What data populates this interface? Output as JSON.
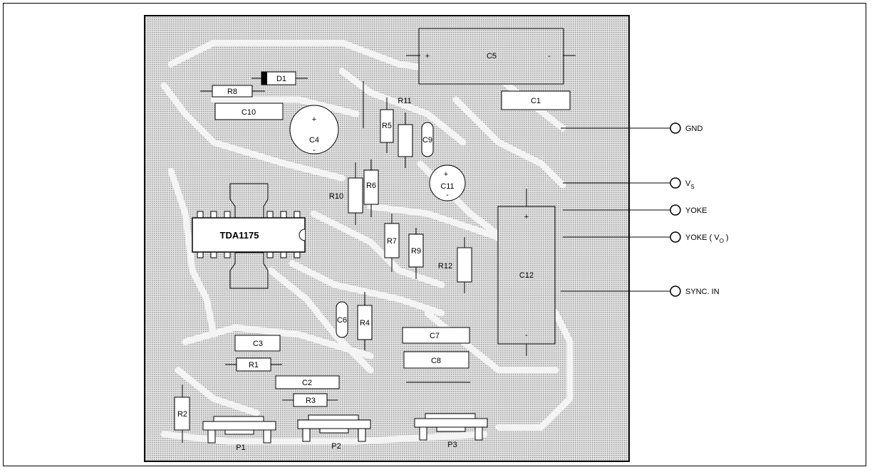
{
  "components": {
    "c5": "C5",
    "c5_plus": "+",
    "c5_minus": "-",
    "d1": "D1",
    "r8": "R8",
    "c10": "C10",
    "c4": "C4",
    "c4_plus": "+",
    "c4_minus": "-",
    "r11": "R11",
    "r5": "R5",
    "c9": "C9",
    "c1": "C1",
    "c11": "C11",
    "c11_plus": "+",
    "c11_minus": "-",
    "r10": "R10",
    "r6": "R6",
    "ic": "TDA1175",
    "r7": "R7",
    "r9": "R9",
    "r12": "R12",
    "c12": "C12",
    "c12_plus": "+",
    "c12_minus": "-",
    "c6": "C6",
    "r4": "R4",
    "c7": "C7",
    "c8": "C8",
    "c3": "C3",
    "r1": "R1",
    "c2": "C2",
    "r3": "R3",
    "r2": "R2",
    "p1": "P1",
    "p2": "P2",
    "p3": "P3"
  },
  "connectors": {
    "gnd": "GND",
    "vs": "V",
    "vs_sub": "S",
    "yoke": "YOKE",
    "yoke_vo_pre": "YOKE ( V",
    "yoke_vo_sub": "O",
    "yoke_vo_post": " )",
    "sync": "SYNC. IN"
  },
  "colors": {
    "board": "#d6d6d6",
    "trace": "#f2f2f2",
    "line": "#000000",
    "part": "#ffffff"
  }
}
